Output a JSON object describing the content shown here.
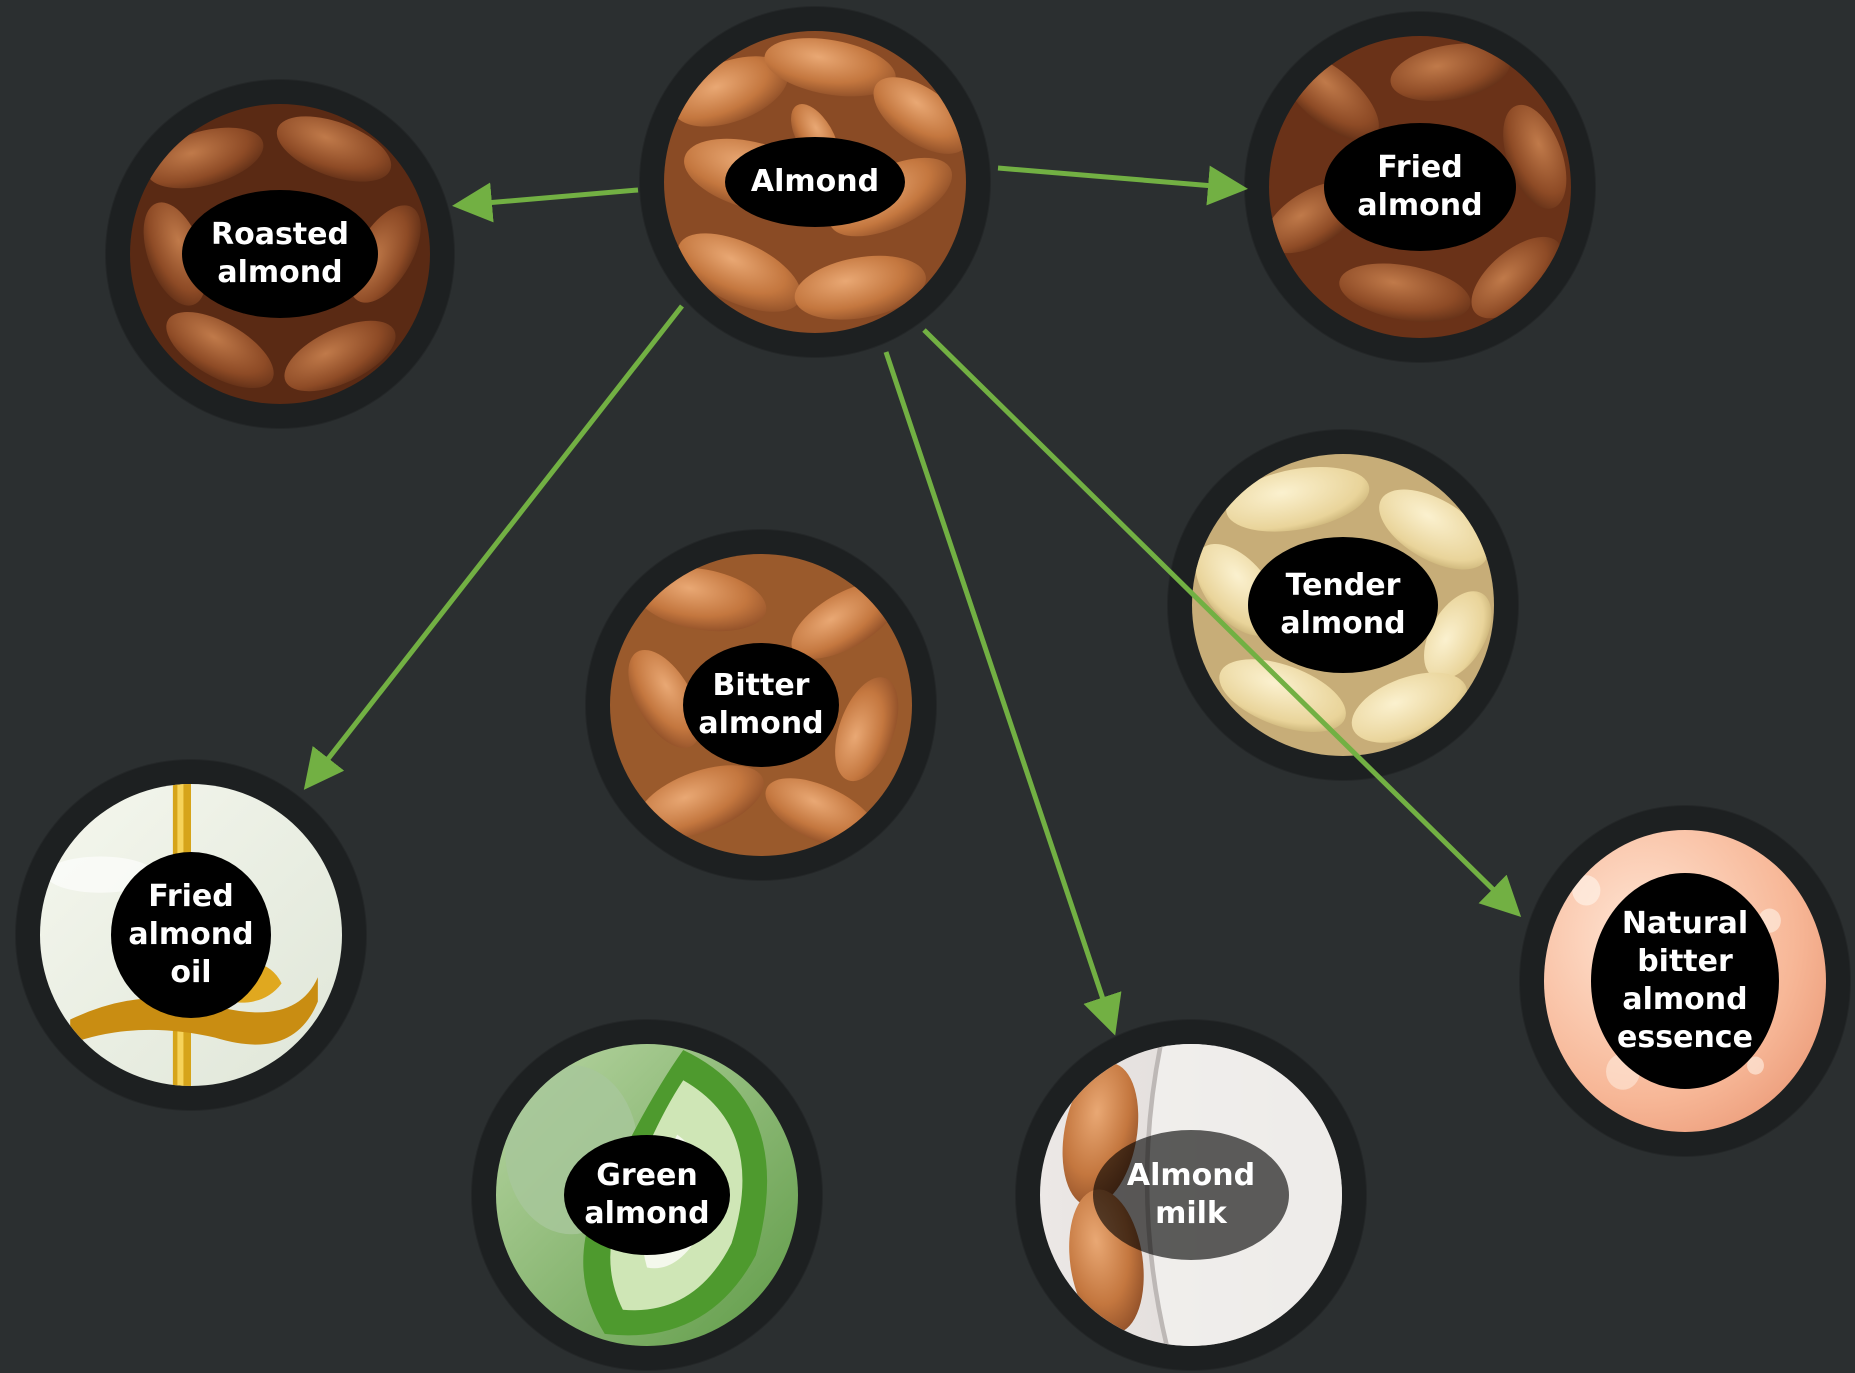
{
  "diagram": {
    "accent_color": "#72b043",
    "background_color": "#2b2f30",
    "center_node": {
      "label_lines": [
        "Almond"
      ],
      "photo": "almonds"
    },
    "nodes": {
      "roasted": {
        "label_lines": [
          "Roasted",
          "almond"
        ],
        "photo": "roasted-almonds"
      },
      "fried": {
        "label_lines": [
          "Fried",
          "almond"
        ],
        "photo": "fried-almonds"
      },
      "bitter": {
        "label_lines": [
          "Bitter",
          "almond"
        ],
        "photo": "bitter-almonds"
      },
      "tender": {
        "label_lines": [
          "Tender",
          "almond"
        ],
        "photo": "blanched-almonds"
      },
      "oil": {
        "label_lines": [
          "Fried",
          "almond",
          "oil"
        ],
        "photo": "oil-pour"
      },
      "green": {
        "label_lines": [
          "Green",
          "almond"
        ],
        "photo": "green-almond-pod"
      },
      "milk": {
        "label_lines": [
          "Almond",
          "milk"
        ],
        "photo": "almond-milk-glass"
      },
      "essence": {
        "label_lines": [
          "Natural",
          "bitter",
          "almond",
          "essence"
        ],
        "photo": "peach-liquid"
      }
    },
    "arrows": [
      {
        "from": "Almond",
        "to": "Roasted almond"
      },
      {
        "from": "Almond",
        "to": "Fried almond"
      },
      {
        "from": "Almond",
        "to": "Fried almond oil"
      },
      {
        "from": "Almond",
        "to": "Almond milk"
      },
      {
        "from": "Almond",
        "to": "Natural bitter almond essence"
      }
    ]
  }
}
